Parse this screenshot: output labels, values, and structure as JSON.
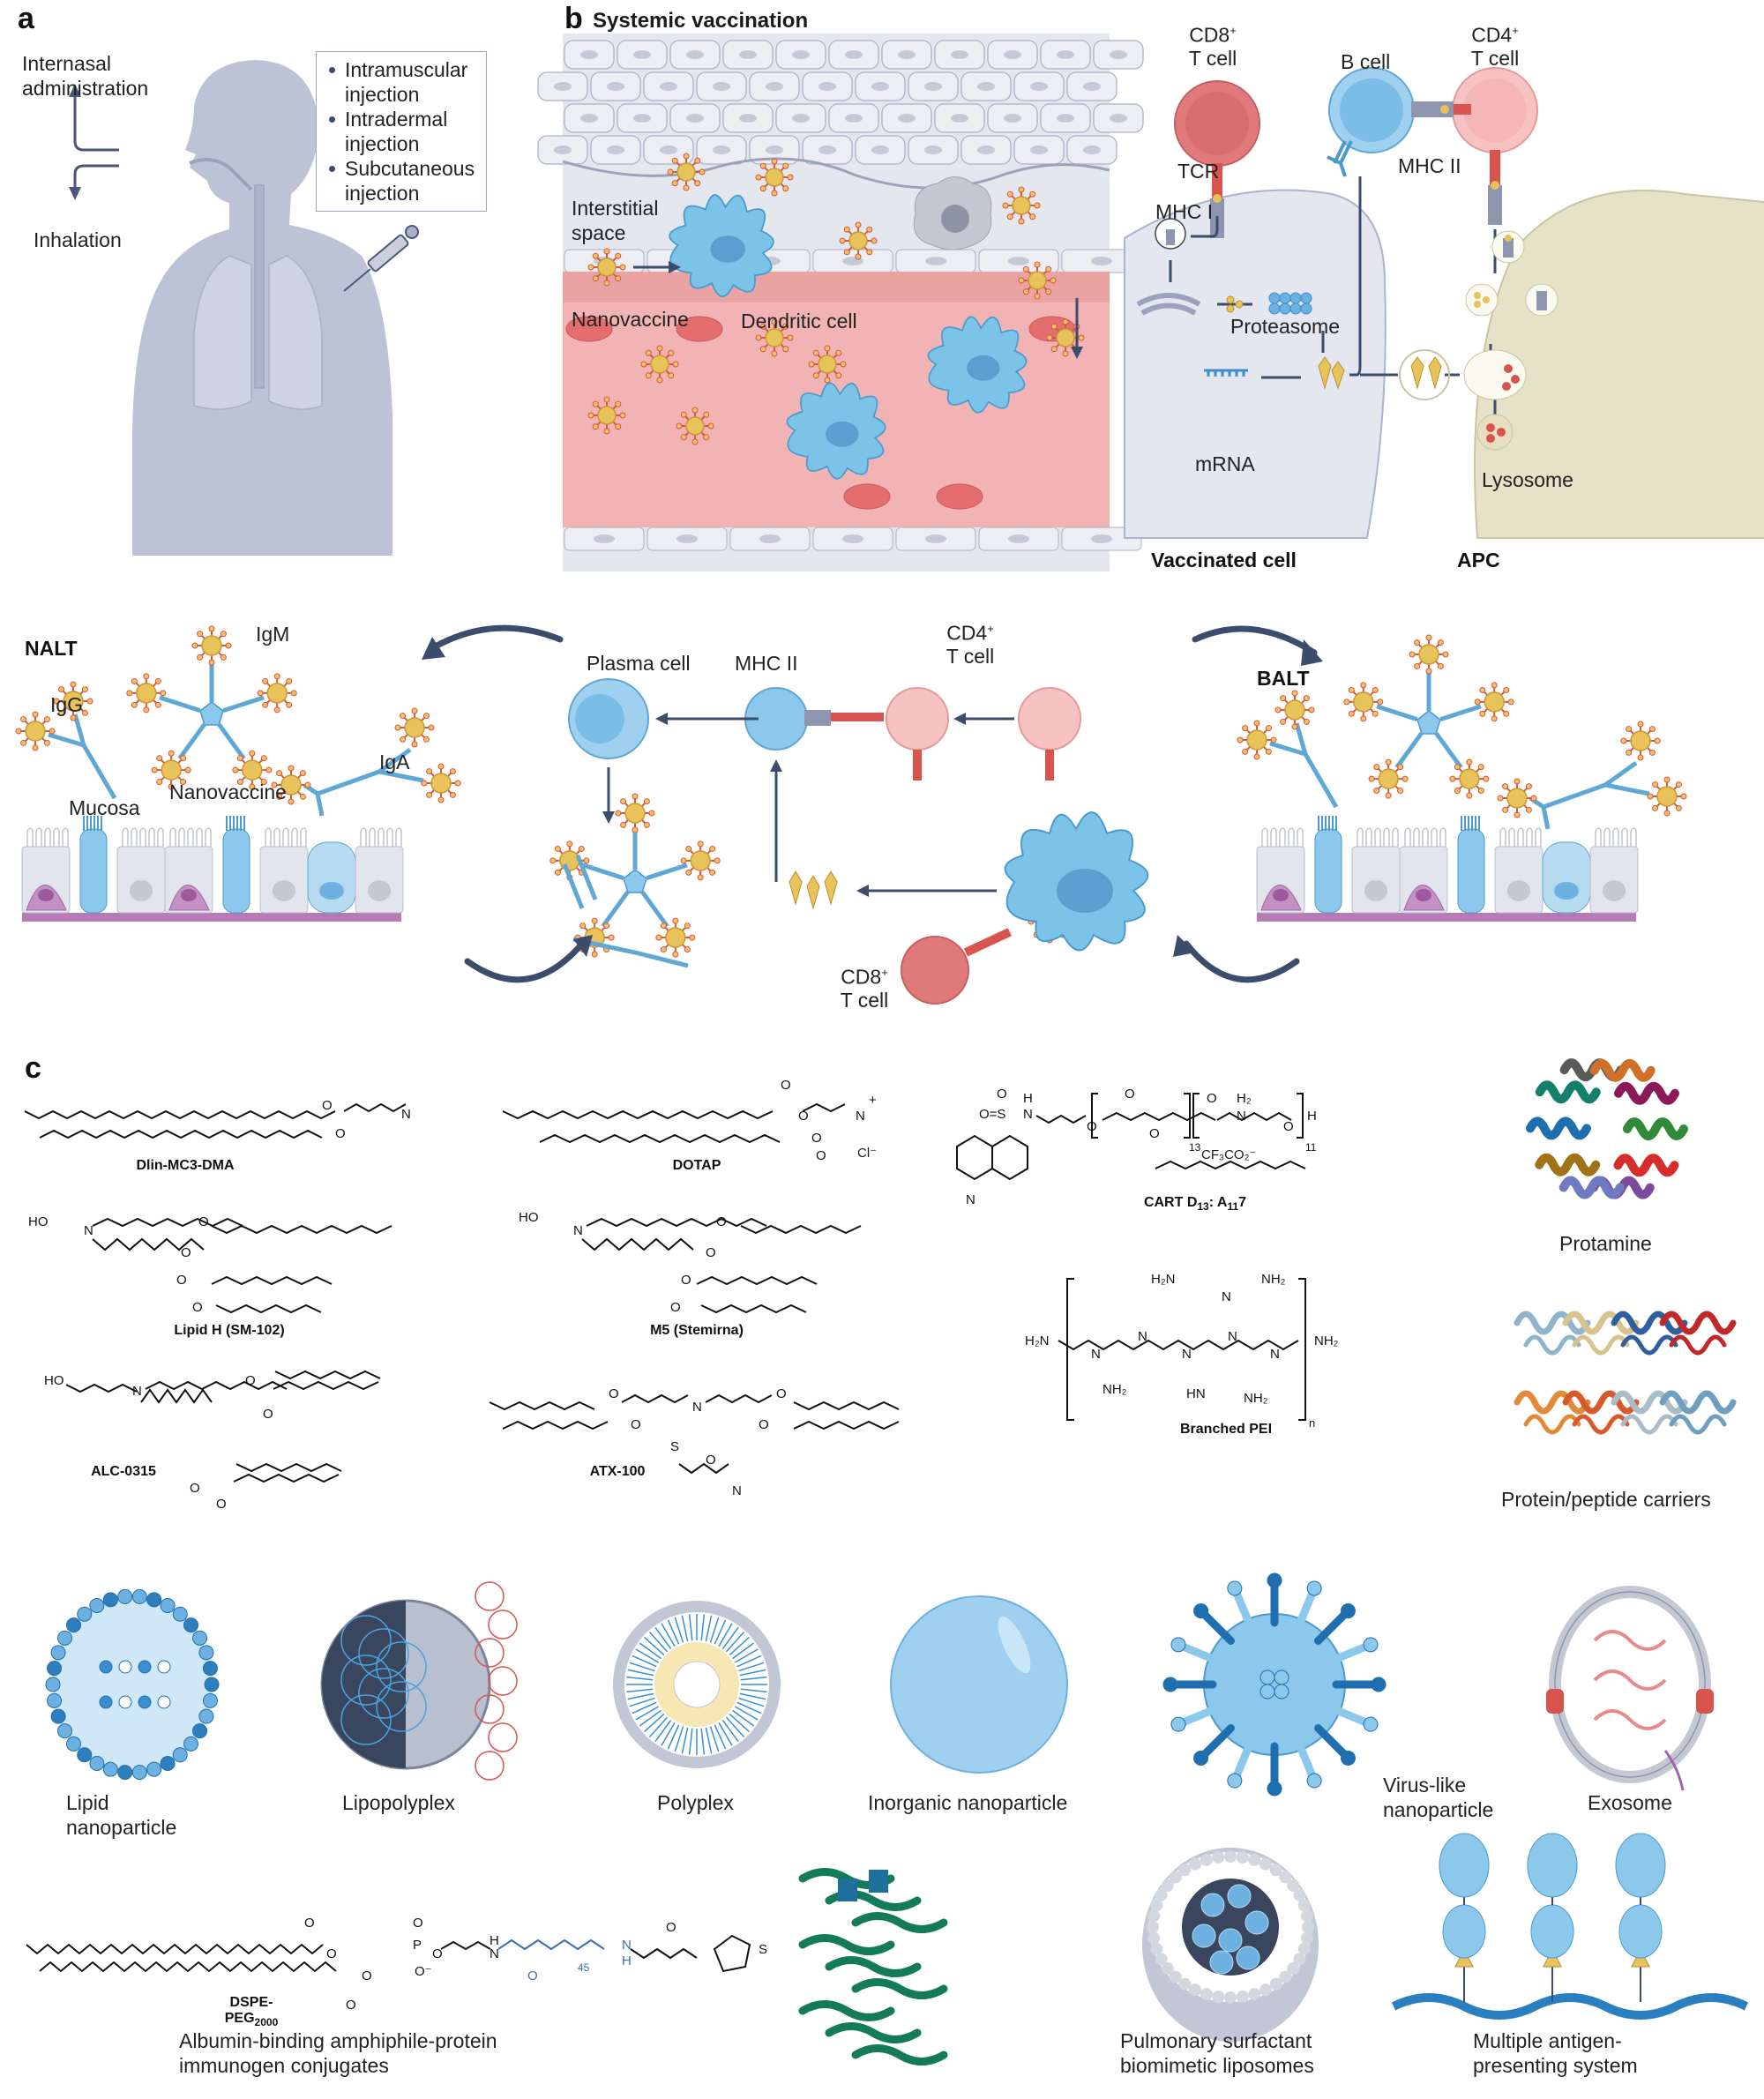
{
  "figure": {
    "colors": {
      "silhouette": "#bcc3d6",
      "arrow": "#3c4c6c",
      "blood": "#f1b3b3",
      "tissue": "#e4e7ee",
      "nanovaccine_core": "#e8c25a",
      "nanovaccine_spike": "#d9534f",
      "dendritic_cell": "#7cc3e8",
      "cd8_t_cell": "#e07a7a",
      "cd4_t_cell": "#f6c2c2",
      "b_cell": "#8cc8ec",
      "apc": "#e5e2c8",
      "mucosa_base": "#b57bb5"
    }
  },
  "panel_a": {
    "letter": "a",
    "route_left_up": "Internasal administration",
    "route_left_down": "Inhalation",
    "injection_routes": [
      "Intramuscular injection",
      "Intradermal injection",
      "Subcutaneous injection"
    ]
  },
  "panel_b": {
    "letter": "b",
    "title": "Systemic vaccination",
    "tissue_labels": {
      "interstitial_space": "Interstitial space",
      "nanovaccine": "Nanovaccine",
      "dendritic_cell": "Dendritic cell"
    },
    "cell_pathway": {
      "cd8_t_cell": {
        "name": "CD8",
        "sup": "+",
        "line2": "T cell"
      },
      "cd4_t_cell": {
        "name": "CD4",
        "sup": "+",
        "line2": "T cell"
      },
      "b_cell": "B cell",
      "tcr": "TCR",
      "mhc1": "MHC I",
      "mhc2": "MHC II",
      "proteasome": "Proteasome",
      "mrna": "mRNA",
      "lysosome": "Lysosome",
      "vaccinated_cell": "Vaccinated cell",
      "apc": "APC"
    },
    "mucosal": {
      "nalt": "NALT",
      "balt": "BALT",
      "igg": "IgG",
      "igm": "IgM",
      "iga": "IgA",
      "mucosa": "Mucosa",
      "nanovaccine": "Nanovaccine",
      "plasma_cell": "Plasma cell",
      "mhc2": "MHC II",
      "cd4_t_cell": {
        "name": "CD4",
        "sup": "+",
        "line2": "T cell"
      },
      "cd8_t_cell": {
        "name": "CD8",
        "sup": "+",
        "line2": "T cell"
      }
    }
  },
  "panel_c": {
    "letter": "c",
    "lipids": [
      {
        "name": "Dlin-MC3-DMA"
      },
      {
        "name": "DOTAP",
        "counterion": "Cl⁻"
      },
      {
        "name": "Lipid H (SM-102)"
      },
      {
        "name": "M5 (Stemirna)"
      },
      {
        "name": "ALC-0315"
      },
      {
        "name": "ATX-100"
      }
    ],
    "polymers": {
      "cart": {
        "name_prefix": "CART D",
        "sub1": "13",
        "mid": ": A",
        "sub2": "11",
        "suffix": "7",
        "repeat1": "13",
        "repeat2": "11",
        "counterion": "CF₃CO₂⁻"
      },
      "pei": {
        "name": "Branched PEI",
        "repeat": "n"
      }
    },
    "proteins": {
      "protamine": "Protamine",
      "carriers": "Protein/peptide carriers"
    },
    "nanoparticles": [
      {
        "id": "lnp",
        "label": "Lipid nanoparticle"
      },
      {
        "id": "lipopolyplex",
        "label": "Lipopolyplex"
      },
      {
        "id": "polyplex",
        "label": "Polyplex"
      },
      {
        "id": "inorganic",
        "label": "Inorganic nanoparticle"
      },
      {
        "id": "vlp",
        "label": "Virus-like nanoparticle"
      },
      {
        "id": "exosome",
        "label": "Exosome"
      }
    ],
    "conjugate": {
      "chem_name": "DSPE-PEG",
      "chem_sub": "2000",
      "peg_repeat": "45",
      "label": "Albumin-binding amphiphile-protein immunogen conjugates"
    },
    "pulmonary": "Pulmonary surfactant biomimetic liposomes",
    "multi_antigen": "Multiple antigen-presenting system"
  }
}
